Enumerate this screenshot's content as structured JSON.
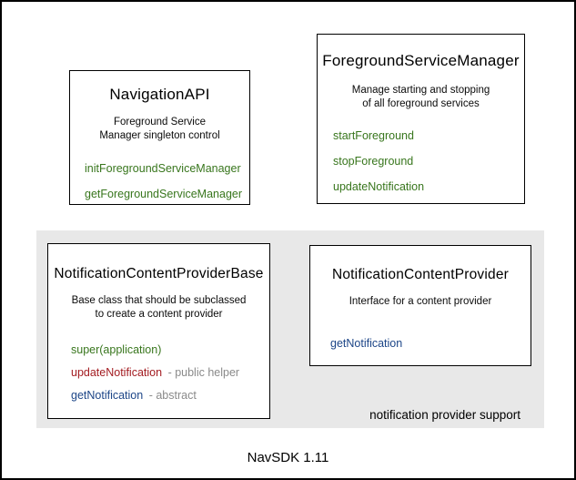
{
  "page": {
    "caption": "NavSDK 1.11"
  },
  "colors": {
    "method_green": "#38761d",
    "method_red": "#a31c21",
    "method_blue": "#1c4587",
    "annotation_gray": "#8a8a8a",
    "panel_background": "#e8e8e8",
    "border": "#000000"
  },
  "boxes": {
    "navigation_api": {
      "title": "NavigationAPI",
      "description_line1": "Foreground Service",
      "description_line2": "Manager singleton control",
      "methods": [
        {
          "name": "initForegroundServiceManager"
        },
        {
          "name": "getForegroundServiceManager"
        }
      ]
    },
    "foreground_service_manager": {
      "title": "ForegroundServiceManager",
      "description_line1": "Manage starting and stopping",
      "description_line2": "of all foreground services",
      "methods": [
        {
          "name": "startForeground"
        },
        {
          "name": "stopForeground"
        },
        {
          "name": "updateNotification"
        }
      ]
    },
    "notification_content_provider_base": {
      "title": "NotificationContentProviderBase",
      "description_line1": "Base class that should be subclassed",
      "description_line2": "to create a content provider",
      "methods": [
        {
          "name": "super(application)",
          "annotation": ""
        },
        {
          "name": "updateNotification",
          "annotation": "- public helper"
        },
        {
          "name": "getNotification",
          "annotation": "- abstract"
        }
      ]
    },
    "notification_content_provider": {
      "title": "NotificationContentProvider",
      "description_line1": "Interface for a content provider",
      "methods": [
        {
          "name": "getNotification"
        }
      ]
    }
  },
  "panel": {
    "label": "notification provider support"
  }
}
